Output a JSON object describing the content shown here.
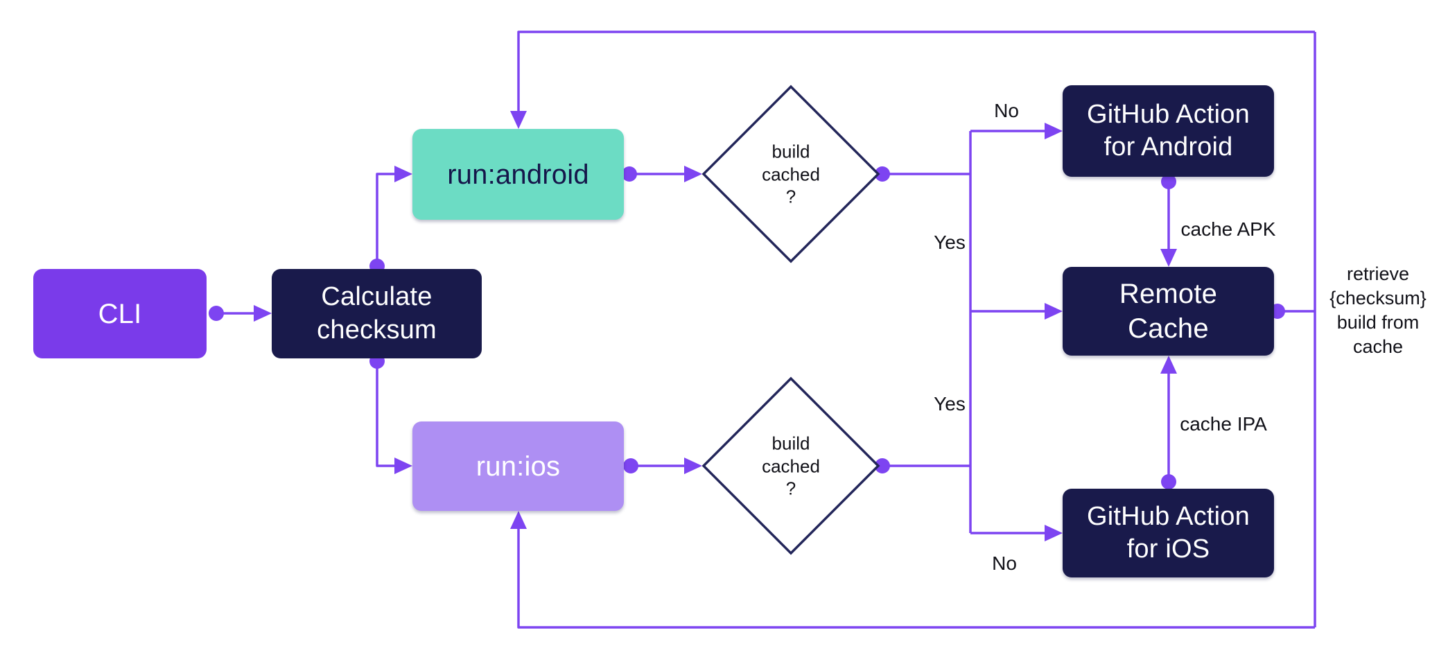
{
  "diagram": {
    "nodes": {
      "cli": {
        "label": "CLI"
      },
      "calculate_checksum": {
        "label": "Calculate\nchecksum"
      },
      "run_android": {
        "label": "run:android"
      },
      "run_ios": {
        "label": "run:ios"
      },
      "decision_android": {
        "label": "build\ncached\n?"
      },
      "decision_ios": {
        "label": "build\ncached\n?"
      },
      "github_action_android": {
        "label": "GitHub Action\nfor Android"
      },
      "remote_cache": {
        "label": "Remote\nCache"
      },
      "github_action_ios": {
        "label": "GitHub Action\nfor iOS"
      }
    },
    "edge_labels": {
      "android_no": "No",
      "android_yes": "Yes",
      "ios_yes": "Yes",
      "ios_no": "No",
      "cache_apk": "cache APK",
      "cache_ipa": "cache IPA",
      "retrieve_from_cache": "retrieve\n{checksum}\nbuild from\ncache"
    },
    "colors": {
      "cli_purple": "#7a3bea",
      "arrow_purple": "#7d44f1",
      "dark_navy": "#191a4b",
      "teal": "#6cdcc4",
      "lavender": "#ae8ff3",
      "diamond_stroke": "#23265a",
      "label_text": "#111118",
      "background": "#ffffff"
    }
  }
}
